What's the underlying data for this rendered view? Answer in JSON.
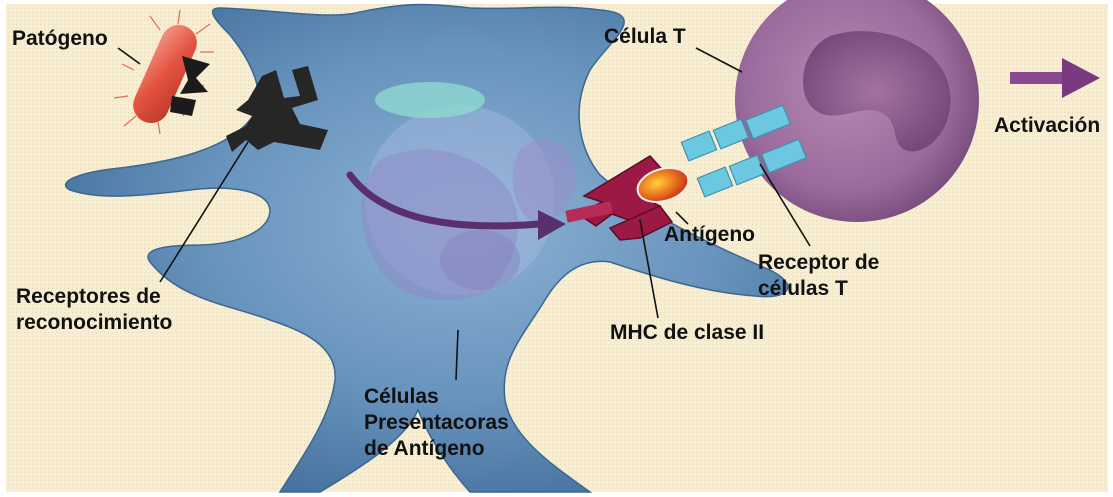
{
  "labels": {
    "pathogen": "Patógeno",
    "t_cell": "Célula T",
    "activation": "Activación",
    "antigen": "Antígeno",
    "tcr": [
      "Receptor de",
      "células T"
    ],
    "recognition_receptors": [
      "Receptores de",
      "reconocimiento"
    ],
    "mhc": "MHC de clase II",
    "apc": [
      "Células",
      "Presentacoras",
      "de Antígeno"
    ]
  },
  "colors": {
    "background": "#f5ecd0",
    "cell_body": "#5f8db8",
    "cell_dark": "#3a6790",
    "t_cell": "#9a6a9c",
    "t_cell_nucleus": "#7e4c82",
    "pathogen": "#e85a48",
    "receptor": "#2a2a2a",
    "mhc": "#9c1845",
    "antigen": "#e6541b",
    "tcr": "#68c6de",
    "arrow": "#5a2f6e"
  }
}
